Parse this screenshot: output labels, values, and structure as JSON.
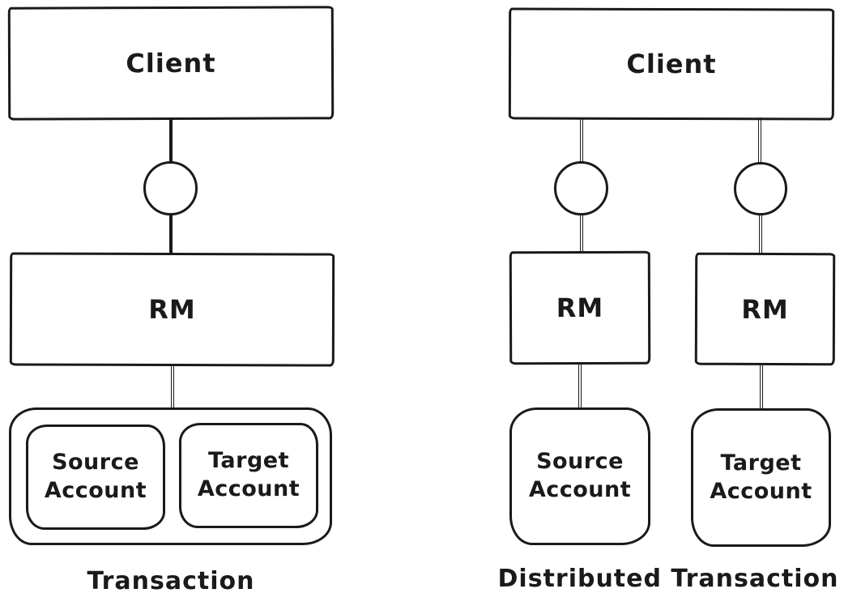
{
  "colors": {
    "stroke": "#1a1a1a",
    "background": "#ffffff"
  },
  "left_diagram": {
    "client_label": "Client",
    "rm_label": "RM",
    "source_account_label": "Source Account",
    "target_account_label": "Target Account",
    "caption": "Transaction"
  },
  "right_diagram": {
    "client_label": "Client",
    "rm_left_label": "RM",
    "rm_right_label": "RM",
    "source_account_label": "Source Account",
    "target_account_label": "Target Account",
    "caption": "Distributed Transaction"
  }
}
